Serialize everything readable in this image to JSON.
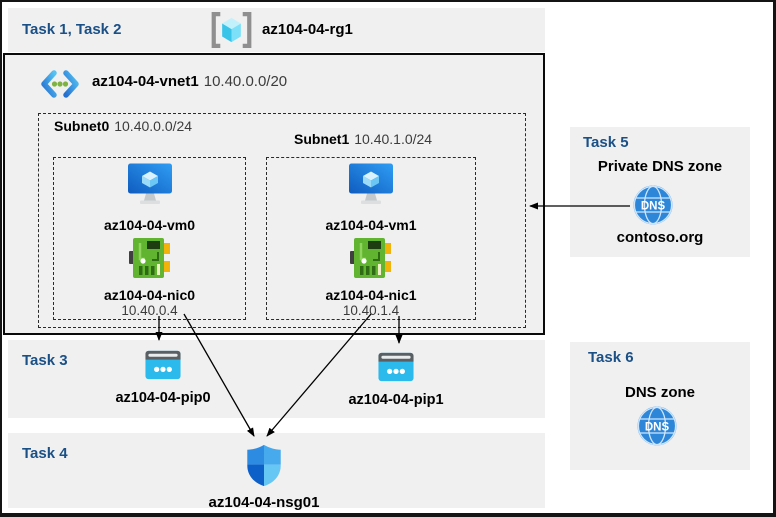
{
  "palette": {
    "task_label_blue": "#1B5087",
    "panel_gray": "#F0F0F0",
    "pip_cyan": "#2CB9EC",
    "nic_green": "#61B42F",
    "dns_blue": "#2E86D8",
    "vm_blue": "#1E7FD9",
    "vnet_dot_green": "#7DB343"
  },
  "header": {
    "task_label": "Task 1, Task 2",
    "resource_group": "az104-04-rg1"
  },
  "vnet": {
    "name": "az104-04-vnet1",
    "cidr": "10.40.0.0/20",
    "subnets": [
      {
        "name": "Subnet0",
        "cidr": "10.40.0.0/24",
        "vm_name": "az104-04-vm0",
        "nic_name": "az104-04-nic0",
        "nic_ip": "10.40.0.4"
      },
      {
        "name": "Subnet1",
        "cidr": "10.40.1.0/24",
        "vm_name": "az104-04-vm1",
        "nic_name": "az104-04-nic1",
        "nic_ip": "10.40.1.4"
      }
    ]
  },
  "task3": {
    "task_label": "Task 3",
    "pip0_name": "az104-04-pip0",
    "pip1_name": "az104-04-pip1"
  },
  "task4": {
    "task_label": "Task 4",
    "nsg_name": "az104-04-nsg01"
  },
  "task5": {
    "task_label": "Task 5",
    "title": "Private DNS zone",
    "zone_name": "contoso.org",
    "dns_icon_text": "DNS"
  },
  "task6": {
    "task_label": "Task 6",
    "title": "DNS zone",
    "dns_icon_text": "DNS"
  }
}
